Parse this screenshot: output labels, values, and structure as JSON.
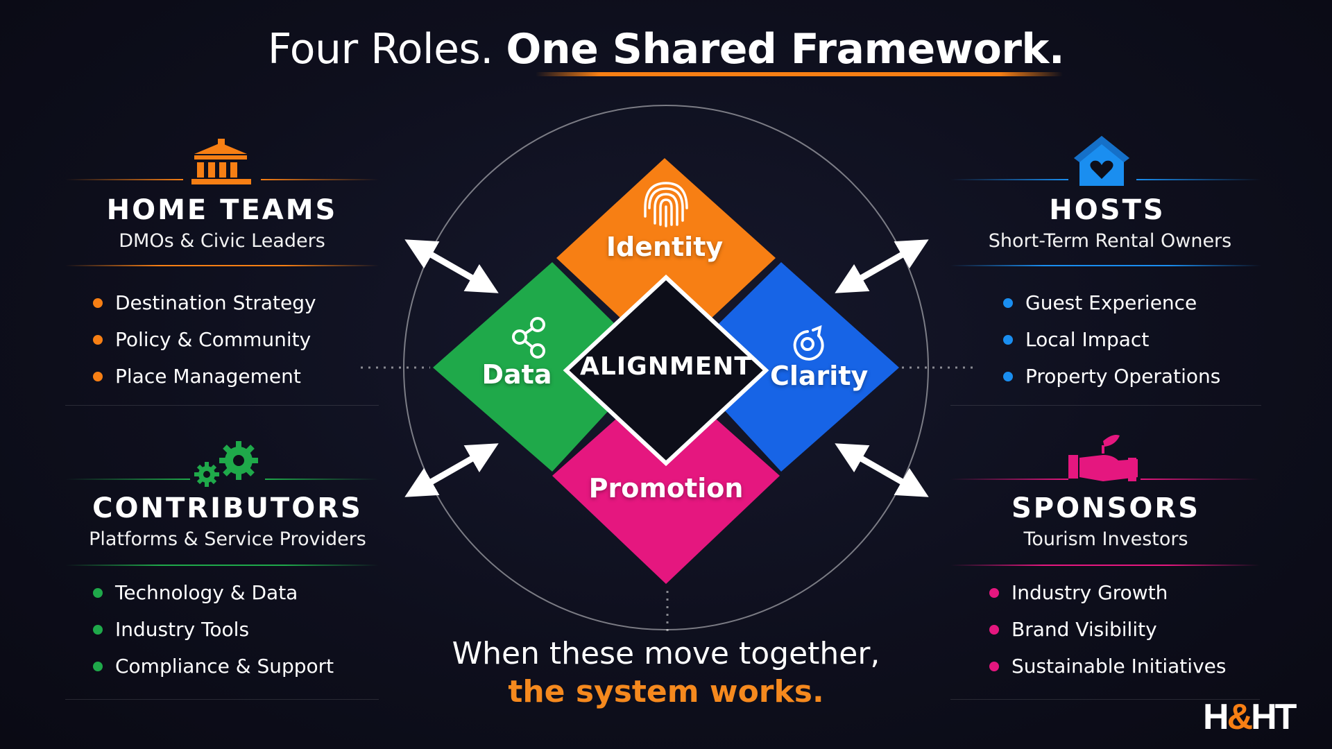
{
  "title": {
    "light": "Four Roles.",
    "bold": "One Shared Framework."
  },
  "colors": {
    "orange": "#f77f14",
    "green": "#1fa94a",
    "blue": "#1764e6",
    "pink": "#e5177f",
    "background": "#0e0f1d"
  },
  "roles": {
    "home_teams": {
      "icon": "government-building-icon",
      "name": "HOME TEAMS",
      "subtitle": "DMOs & Civic Leaders",
      "items": [
        "Destination Strategy",
        "Policy & Community",
        "Place Management"
      ]
    },
    "hosts": {
      "icon": "house-heart-icon",
      "name": "HOSTS",
      "subtitle": "Short-Term Rental Owners",
      "items": [
        "Guest Experience",
        "Local Impact",
        "Property Operations"
      ]
    },
    "contributors": {
      "icon": "gears-icon",
      "name": "CONTRIBUTORS",
      "subtitle": "Platforms & Service Providers",
      "items": [
        "Technology & Data",
        "Industry Tools",
        "Compliance & Support"
      ]
    },
    "sponsors": {
      "icon": "hand-plant-icon",
      "name": "SPONSORS",
      "subtitle": "Tourism Investors",
      "items": [
        "Industry Growth",
        "Brand Visibility",
        "Sustainable Initiatives"
      ]
    }
  },
  "diagram": {
    "center": "ALIGNMENT",
    "top": {
      "label": "Identity",
      "icon": "fingerprint-icon"
    },
    "left": {
      "label": "Data",
      "icon": "share-nodes-icon"
    },
    "right": {
      "label": "Clarity",
      "icon": "target-refresh-icon"
    },
    "bottom": {
      "label": "Promotion"
    }
  },
  "tagline": {
    "line1": "When these move together,",
    "line2": "the system works."
  },
  "logo": {
    "left": "H",
    "amp": "&",
    "right": "HT"
  }
}
